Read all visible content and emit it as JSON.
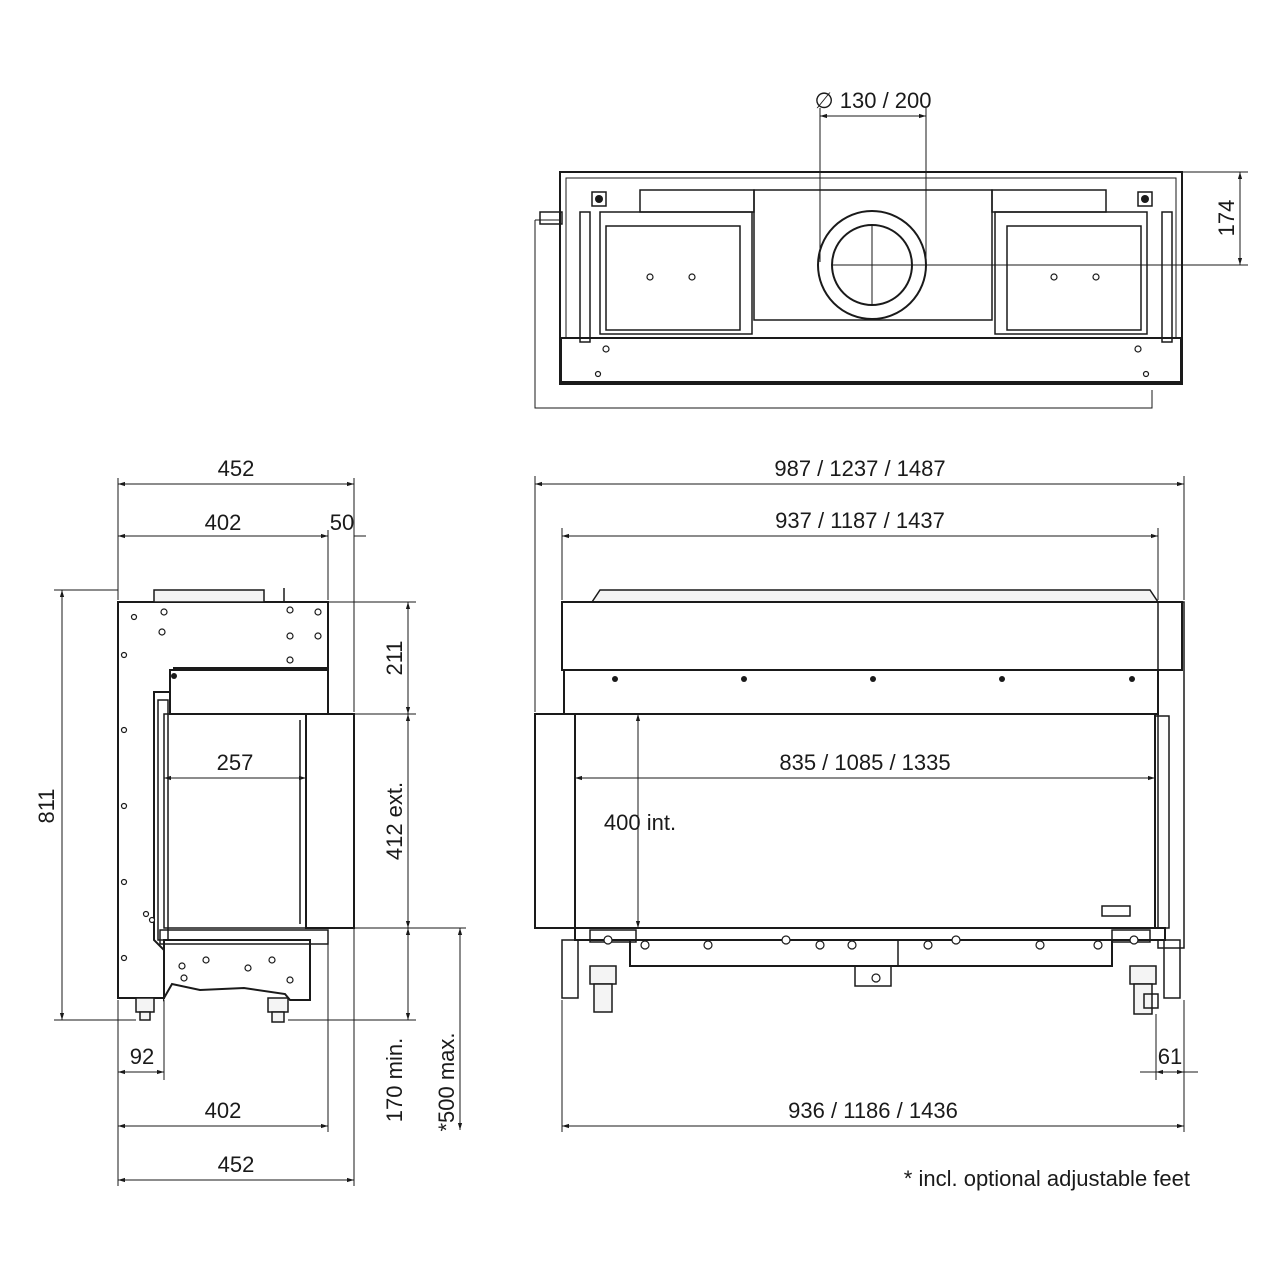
{
  "labels": {
    "flue": "∅ 130 / 200",
    "top_depth": "174",
    "side_width_outer_top": "452",
    "side_width_inner_top": "402",
    "side_frame": "50",
    "side_opening_depth": "257",
    "side_height": "811",
    "side_top_gap": "211",
    "side_ext_height": "412 ext.",
    "side_min_height": "170 min.",
    "side_max_height": "*500 max.",
    "side_foot_offset": "92",
    "side_width_inner_bottom": "402",
    "side_width_outer_bottom": "452",
    "front_width_outer": "987 / 1237 / 1487",
    "front_width_inner": "937 / 1187 / 1437",
    "front_glass_width": "835 / 1085 / 1335",
    "front_int_height": "400 int.",
    "front_base_width": "936 / 1186 / 1436",
    "front_foot_offset": "61",
    "footnote": "* incl. optional adjustable feet"
  }
}
